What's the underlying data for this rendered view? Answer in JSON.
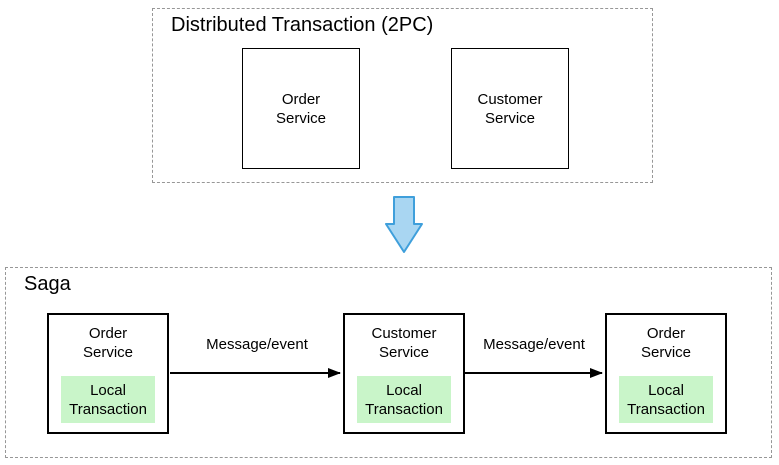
{
  "colors": {
    "background": "#ffffff",
    "dashed_border": "#979797",
    "solid_box_border": "#000000",
    "local_transaction_fill": "#c9f5c9",
    "down_arrow_fill": "#a9d6f2",
    "down_arrow_stroke": "#3f9fdb",
    "edge_arrow": "#000000"
  },
  "two_pc": {
    "title": "Distributed Transaction (2PC)",
    "boxes": [
      {
        "label": "Order\nService"
      },
      {
        "label": "Customer\nService"
      }
    ]
  },
  "saga": {
    "title": "Saga",
    "nodes": [
      {
        "label": "Order\nService",
        "sub_label": "Local\nTransaction"
      },
      {
        "label": "Customer\nService",
        "sub_label": "Local\nTransaction"
      },
      {
        "label": "Order\nService",
        "sub_label": "Local\nTransaction"
      }
    ],
    "edges": [
      {
        "label": "Message/event"
      },
      {
        "label": "Message/event"
      }
    ]
  }
}
